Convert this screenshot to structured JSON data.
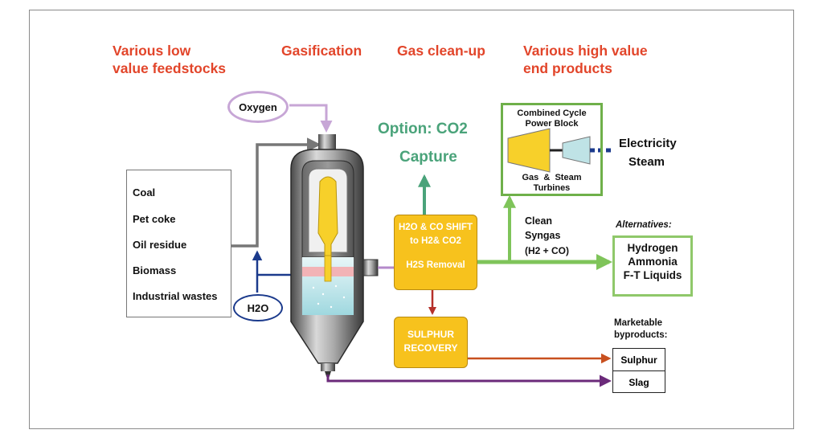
{
  "headings": {
    "feedstocks_line1": "Various low",
    "feedstocks_line2": "value feedstocks",
    "gasification": "Gasification",
    "cleanup": "Gas clean-up",
    "products_line1": "Various high value",
    "products_line2": "end products"
  },
  "oxygen": "Oxygen",
  "water": "H2O",
  "feedstocks": [
    "Coal",
    "Pet coke",
    "Oil residue",
    "Biomass",
    "Industrial wastes"
  ],
  "co2_option_line1": "Option: CO2",
  "co2_option_line2": "Capture",
  "shift_box": {
    "line1": "H2O & CO SHIFT",
    "line2": "to H2& CO2",
    "line3": "H2S Removal"
  },
  "sulphur_recovery": {
    "line1": "SULPHUR",
    "line2": "RECOVERY"
  },
  "power_block": {
    "title_line1": "Combined Cycle",
    "title_line2": "Power Block",
    "turbines_line1": "Gas  &  Steam",
    "turbines_line2": "Turbines"
  },
  "outputs": {
    "electricity": "Electricity",
    "steam": "Steam"
  },
  "syngas": {
    "line1": "Clean",
    "line2": "Syngas",
    "line3": "(H2 + CO)"
  },
  "alternatives": {
    "title": "Alternatives:",
    "items": [
      "Hydrogen",
      "Ammonia",
      "F-T Liquids"
    ]
  },
  "byproducts": {
    "title_line1": "Marketable",
    "title_line2": "byproducts:",
    "items": [
      "Sulphur",
      "Slag"
    ]
  },
  "colors": {
    "heading_red": "#e2452a",
    "oxygen_purple": "#c7a6d6",
    "water_blue": "#1b3a8c",
    "co2_green": "#4aa37a",
    "green_box": "#6fb04a",
    "yellow_box": "#f7c21d",
    "sulphur_arrow": "#c8501f",
    "slag_purple": "#6b2a7a",
    "feed_gray": "#777777",
    "down_red": "#b5302a"
  }
}
